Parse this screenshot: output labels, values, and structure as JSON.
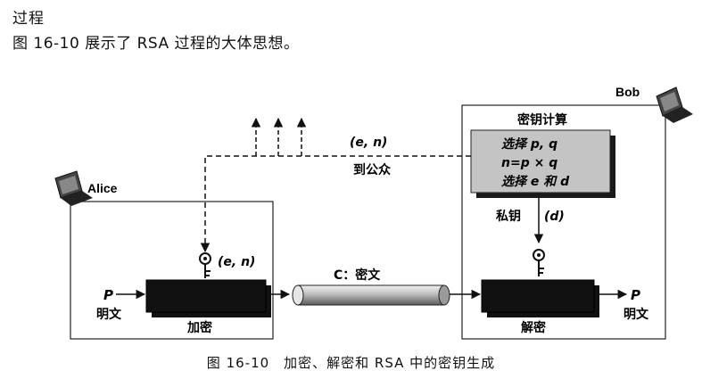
{
  "heading": "过程",
  "intro": "图 16-10 展示了 RSA 过程的大体思想。",
  "diagram": {
    "alice_label": "Alice",
    "bob_label": "Bob",
    "key_calc_title": "密钥计算",
    "key_calc_line1": "选择 p, q",
    "key_calc_line2": "n=p × q",
    "key_calc_line3": "选择 e 和 d",
    "public_key": "(e, n)",
    "to_public": "到公众",
    "private_key_label": "私钥",
    "private_key_value": "(d)",
    "alice_key_label": "(e, n)",
    "ciphertext_label": "C：密文",
    "plaintext_in_symbol": "P",
    "plaintext_in_label": "明文",
    "encrypt_label": "加密",
    "decrypt_label": "解密",
    "plaintext_out_symbol": "P",
    "plaintext_out_label": "明文"
  },
  "caption": "图 16-10　加密、解密和 RSA 中的密钥生成"
}
